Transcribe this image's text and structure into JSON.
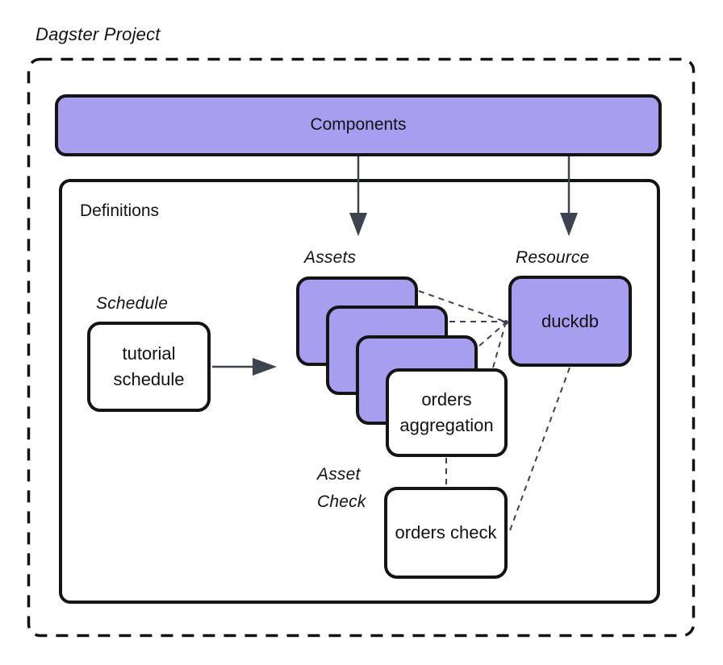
{
  "diagram": {
    "title": "Dagster Project",
    "components": {
      "label": "Components"
    },
    "definitions": {
      "label": "Definitions",
      "schedule": {
        "group_label": "Schedule",
        "node_label": "tutorial schedule"
      },
      "assets": {
        "group_label": "Assets",
        "stack_count": 3,
        "front_node_label": "orders aggregation"
      },
      "resource": {
        "group_label": "Resource",
        "node_label": "duckdb"
      },
      "asset_check": {
        "group_label": "Asset Check",
        "node_label": "orders check"
      }
    },
    "colors": {
      "node-fill": "#a79ef0",
      "connector": "#3d4450"
    }
  }
}
